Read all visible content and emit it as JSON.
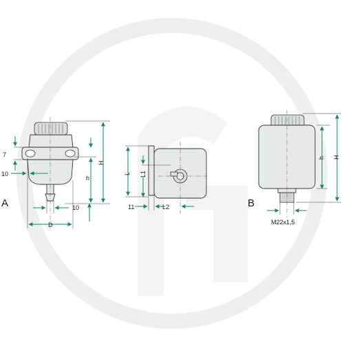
{
  "watermark": {
    "shape": "circle-logo",
    "color": "#efefef"
  },
  "colors": {
    "dimension": "#0e8a6a",
    "outline": "#333333",
    "body_fill": "#e4eae7"
  },
  "view_a": {
    "label": "A",
    "dims": {
      "seven": "7",
      "ten_left": "10",
      "h_small": "h",
      "H_big": "H",
      "ten_bottom": "10",
      "D": "D"
    }
  },
  "view_side": {
    "dims": {
      "L": "L",
      "L1": "L1",
      "eleven": "11",
      "L2": "L2"
    }
  },
  "view_b": {
    "label": "B",
    "dims": {
      "h_small": "h",
      "H_big": "H",
      "thread": "M22x1,5"
    }
  }
}
